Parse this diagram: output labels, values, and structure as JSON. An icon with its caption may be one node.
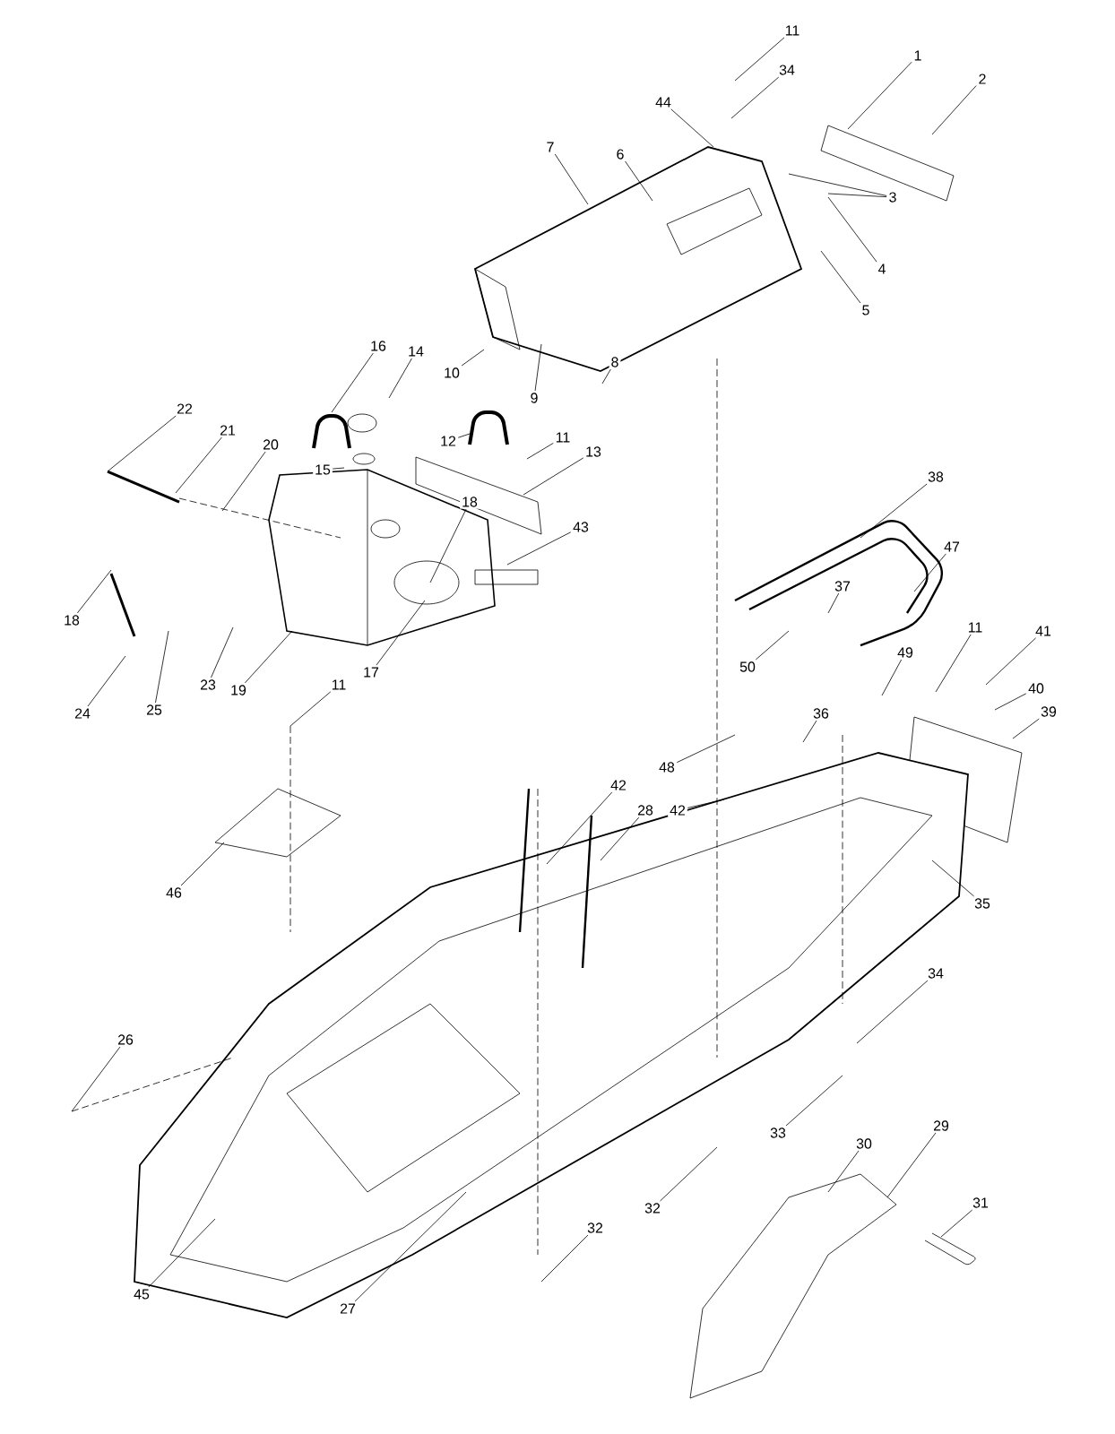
{
  "diagram": {
    "nodes": [
      {
        "text": [
          "11"
        ]
      },
      {
        "text": [
          "34"
        ]
      },
      {
        "text": [
          "1"
        ]
      },
      {
        "text": [
          "2"
        ]
      },
      {
        "text": [
          "44"
        ]
      },
      {
        "text": [
          "7"
        ]
      },
      {
        "text": [
          "6"
        ]
      },
      {
        "text": [
          "3"
        ]
      },
      {
        "text": [
          "4"
        ]
      },
      {
        "text": [
          "5"
        ]
      },
      {
        "text": [
          "9"
        ]
      },
      {
        "text": [
          "10"
        ]
      },
      {
        "text": [
          "12"
        ]
      },
      {
        "text": [
          "8"
        ]
      },
      {
        "text": [
          "16"
        ]
      },
      {
        "text": [
          "14"
        ]
      },
      {
        "text": [
          "15"
        ]
      },
      {
        "text": [
          "11"
        ]
      },
      {
        "text": [
          "13"
        ]
      },
      {
        "text": [
          "22"
        ]
      },
      {
        "text": [
          "21"
        ]
      },
      {
        "text": [
          "20"
        ]
      },
      {
        "text": [
          "18"
        ]
      },
      {
        "text": [
          "43"
        ]
      },
      {
        "text": [
          "18"
        ]
      },
      {
        "text": [
          "24"
        ]
      },
      {
        "text": [
          "25"
        ]
      },
      {
        "text": [
          "23"
        ]
      },
      {
        "text": [
          "19"
        ]
      },
      {
        "text": [
          "17"
        ]
      },
      {
        "text": [
          "11"
        ]
      },
      {
        "text": [
          "38"
        ]
      },
      {
        "text": [
          "47"
        ]
      },
      {
        "text": [
          "37"
        ]
      },
      {
        "text": [
          "50"
        ]
      },
      {
        "text": [
          "11"
        ]
      },
      {
        "text": [
          "41"
        ]
      },
      {
        "text": [
          "49"
        ]
      },
      {
        "text": [
          "40"
        ]
      },
      {
        "text": [
          "39"
        ]
      },
      {
        "text": [
          "36"
        ]
      },
      {
        "text": [
          "48"
        ]
      },
      {
        "text": [
          "42"
        ]
      },
      {
        "text": [
          "42"
        ]
      },
      {
        "text": [
          "28"
        ]
      },
      {
        "text": [
          "35"
        ]
      },
      {
        "text": [
          "46"
        ]
      },
      {
        "text": [
          "26"
        ]
      },
      {
        "text": [
          "34"
        ]
      },
      {
        "text": [
          "33"
        ]
      },
      {
        "text": [
          "29"
        ]
      },
      {
        "text": [
          "30"
        ]
      },
      {
        "text": [
          "31"
        ]
      },
      {
        "text": [
          "32"
        ]
      },
      {
        "text": [
          "32"
        ]
      },
      {
        "text": [
          "27"
        ]
      },
      {
        "text": [
          "45"
        ]
      }
    ],
    "edges": [
      {
        "from": 0,
        "to": null,
        "arrow": "none"
      },
      {
        "from": 1,
        "to": null,
        "arrow": "none"
      },
      {
        "from": 2,
        "to": null,
        "arrow": "none"
      },
      {
        "from": 3,
        "to": null,
        "arrow": "none"
      },
      {
        "from": 4,
        "to": null,
        "arrow": "none"
      },
      {
        "from": 5,
        "to": null,
        "arrow": "none"
      },
      {
        "from": 6,
        "to": null,
        "arrow": "none"
      },
      {
        "from": 7,
        "to": null,
        "arrow": "none"
      },
      {
        "from": 8,
        "to": null,
        "arrow": "none"
      },
      {
        "from": 9,
        "to": null,
        "arrow": "none"
      },
      {
        "from": 10,
        "to": null,
        "arrow": "none"
      },
      {
        "from": 11,
        "to": null,
        "arrow": "none"
      },
      {
        "from": 12,
        "to": null,
        "arrow": "none"
      },
      {
        "from": 13,
        "to": null,
        "arrow": "none"
      },
      {
        "from": 14,
        "to": null,
        "arrow": "none"
      },
      {
        "from": 15,
        "to": null,
        "arrow": "none"
      },
      {
        "from": 16,
        "to": null,
        "arrow": "none"
      },
      {
        "from": 17,
        "to": null,
        "arrow": "none"
      },
      {
        "from": 18,
        "to": null,
        "arrow": "none"
      },
      {
        "from": 19,
        "to": null,
        "arrow": "none"
      },
      {
        "from": 20,
        "to": null,
        "arrow": "none"
      },
      {
        "from": 21,
        "to": null,
        "arrow": "none"
      },
      {
        "from": 22,
        "to": null,
        "arrow": "none"
      },
      {
        "from": 23,
        "to": null,
        "arrow": "none"
      },
      {
        "from": 24,
        "to": null,
        "arrow": "none"
      },
      {
        "from": 25,
        "to": null,
        "arrow": "none"
      },
      {
        "from": 26,
        "to": null,
        "arrow": "none"
      },
      {
        "from": 27,
        "to": null,
        "arrow": "none"
      },
      {
        "from": 28,
        "to": null,
        "arrow": "none"
      },
      {
        "from": 29,
        "to": null,
        "arrow": "none"
      },
      {
        "from": 30,
        "to": null,
        "arrow": "none"
      },
      {
        "from": 31,
        "to": null,
        "arrow": "none"
      },
      {
        "from": 32,
        "to": null,
        "arrow": "none"
      },
      {
        "from": 33,
        "to": null,
        "arrow": "none"
      },
      {
        "from": 34,
        "to": null,
        "arrow": "none"
      },
      {
        "from": 35,
        "to": null,
        "arrow": "none"
      },
      {
        "from": 36,
        "to": null,
        "arrow": "none"
      },
      {
        "from": 37,
        "to": null,
        "arrow": "none"
      },
      {
        "from": 38,
        "to": null,
        "arrow": "none"
      },
      {
        "from": 39,
        "to": null,
        "arrow": "none"
      },
      {
        "from": 40,
        "to": null,
        "arrow": "none"
      },
      {
        "from": 41,
        "to": null,
        "arrow": "none"
      },
      {
        "from": 42,
        "to": null,
        "arrow": "none"
      },
      {
        "from": 43,
        "to": null,
        "arrow": "none"
      },
      {
        "from": 44,
        "to": null,
        "arrow": "none"
      },
      {
        "from": 45,
        "to": null,
        "arrow": "none"
      },
      {
        "from": 46,
        "to": null,
        "arrow": "none"
      },
      {
        "from": 47,
        "to": null,
        "arrow": "none"
      },
      {
        "from": 48,
        "to": null,
        "arrow": "none"
      },
      {
        "from": 49,
        "to": null,
        "arrow": "none"
      },
      {
        "from": 50,
        "to": null,
        "arrow": "none"
      },
      {
        "from": 51,
        "to": null,
        "arrow": "none"
      },
      {
        "from": 52,
        "to": null,
        "arrow": "none"
      },
      {
        "from": 53,
        "to": null,
        "arrow": "none"
      },
      {
        "from": 54,
        "to": null,
        "arrow": "none"
      },
      {
        "from": 55,
        "to": null,
        "arrow": "none"
      },
      {
        "from": 56,
        "to": null,
        "arrow": "none"
      },
      {
        "from": 7,
        "to": null,
        "arrow": "none"
      }
    ]
  }
}
